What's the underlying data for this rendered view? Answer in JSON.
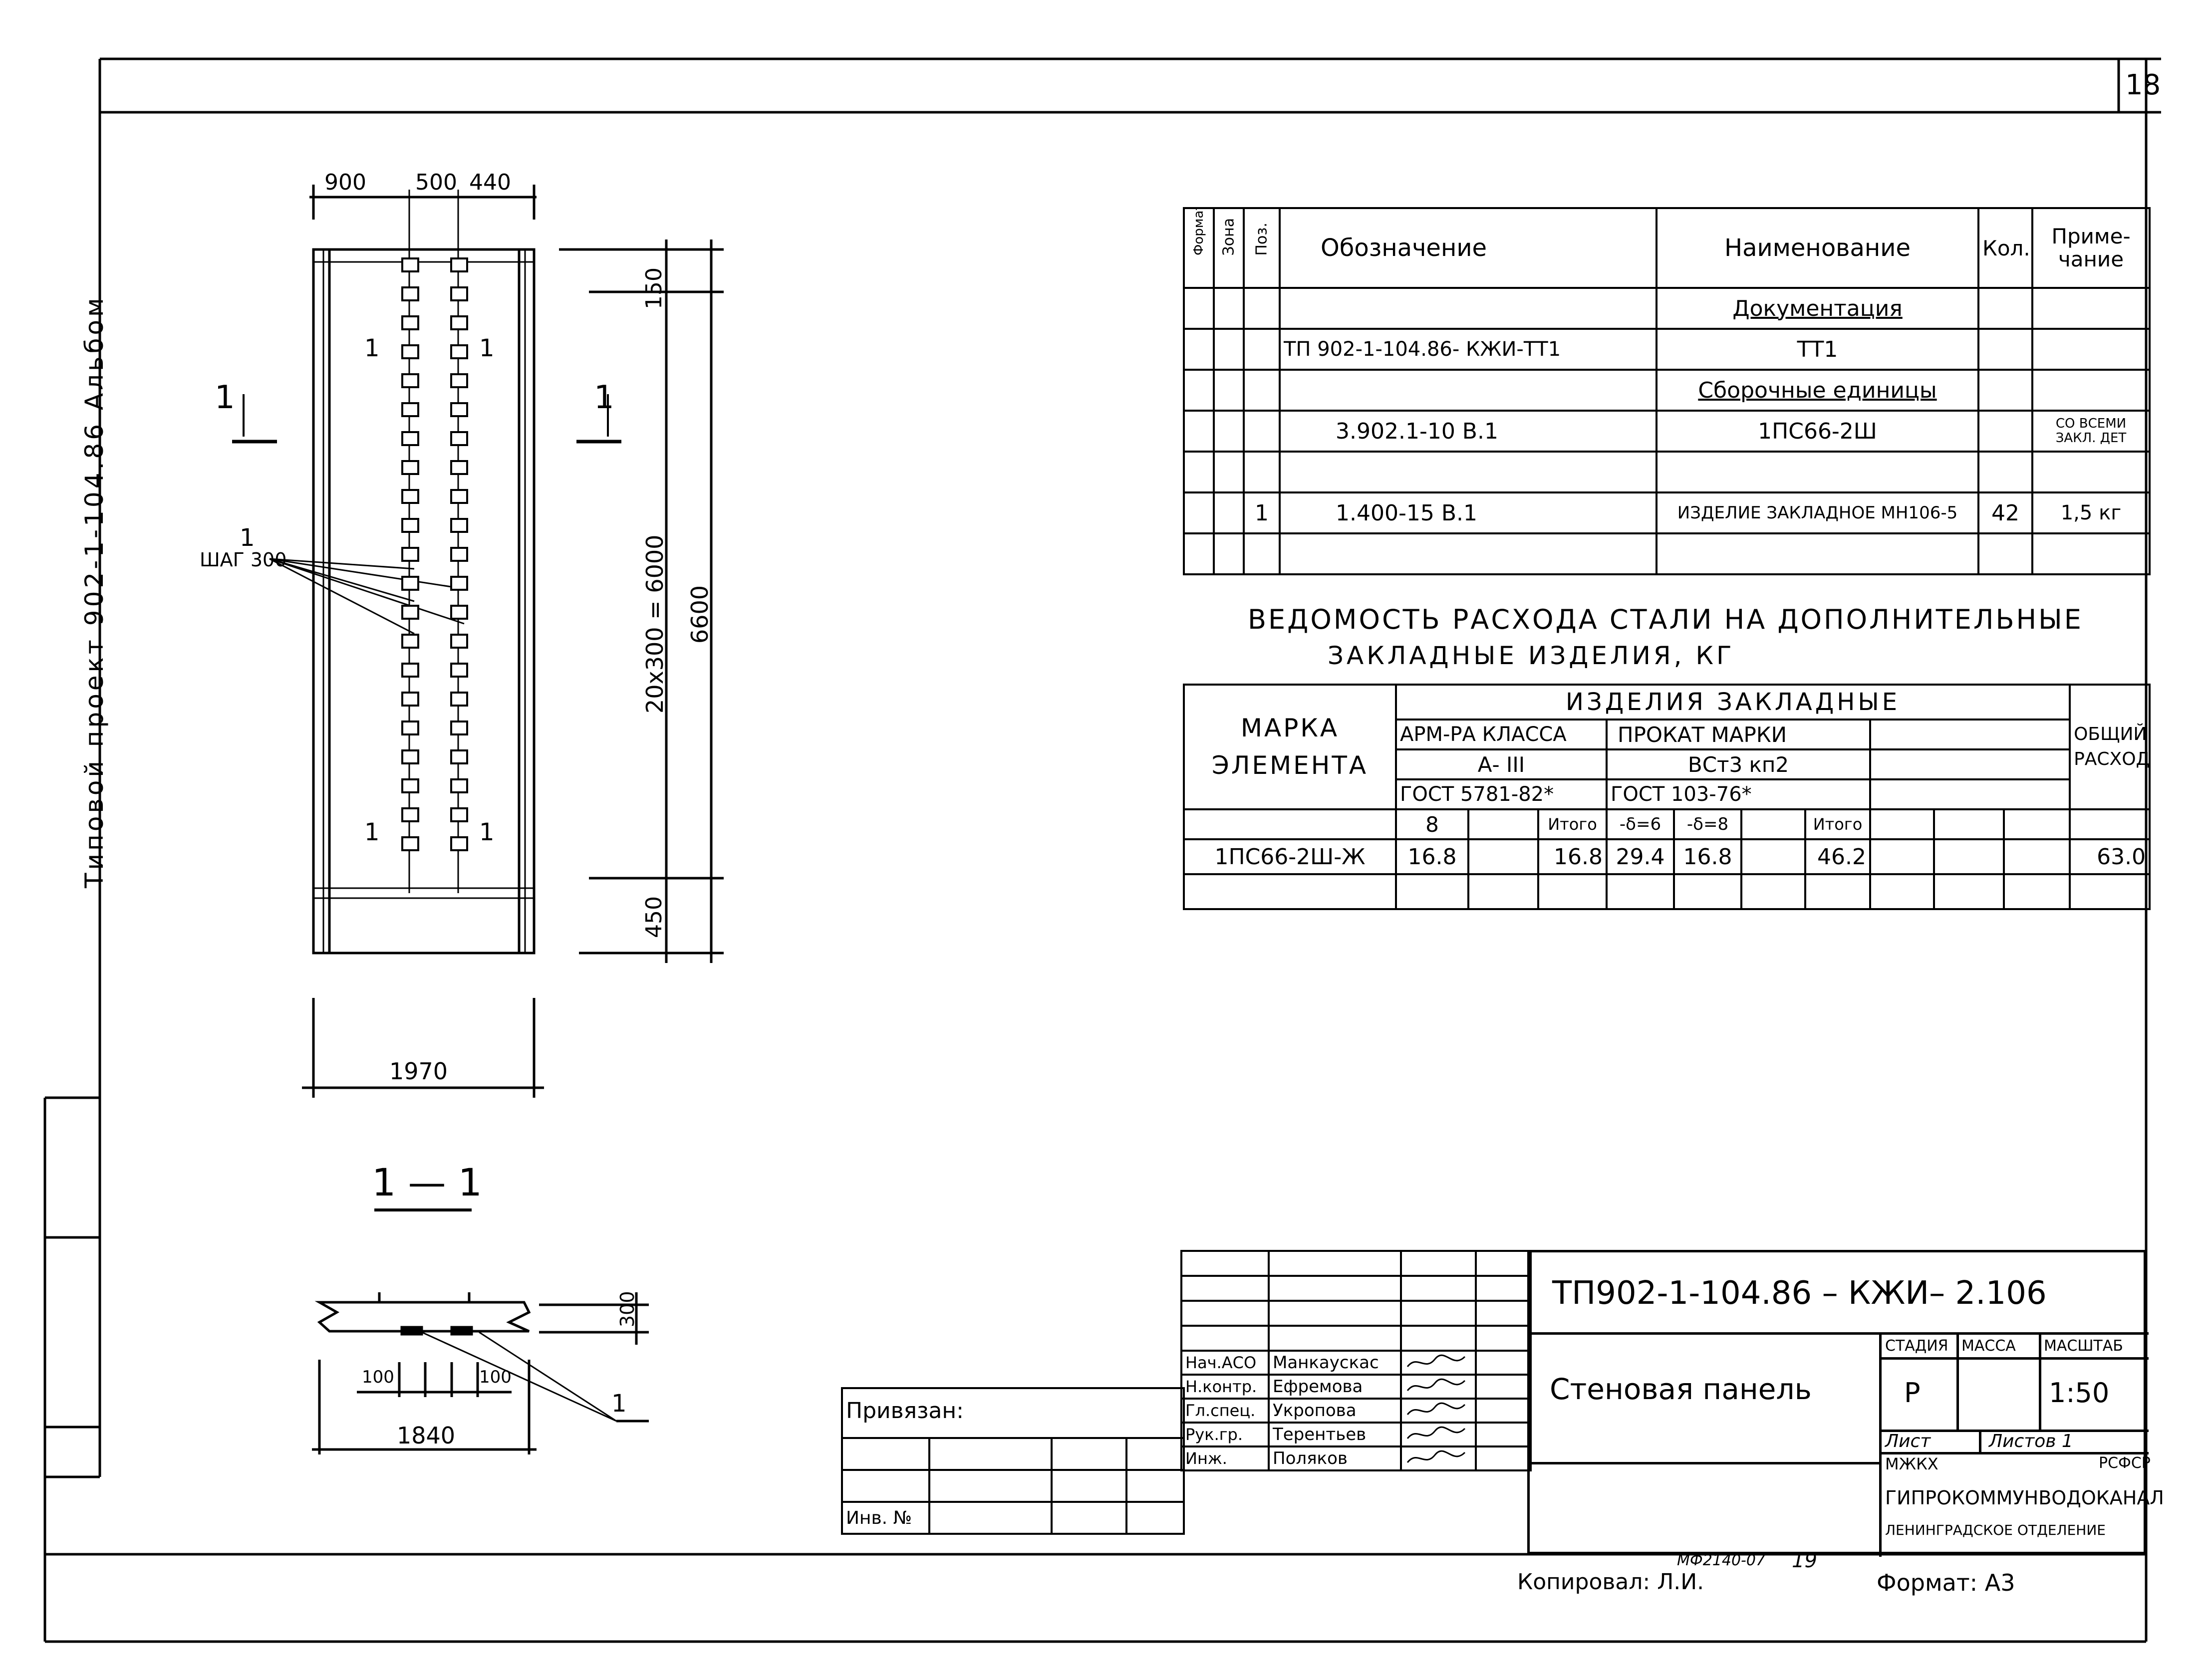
{
  "sheet_number": "18",
  "side_label": "Типовой проект 902-1-104.86 Альбом",
  "drawing": {
    "top_dims": [
      "900",
      "500",
      "440"
    ],
    "right_dims": [
      "150",
      "20х300 = 6000",
      "6600",
      "450"
    ],
    "bottom_dim": "1970",
    "cut_mark": "1",
    "cut_mark_small": "1",
    "callout_pos": "1",
    "callout_step": "ШАГ 300",
    "section_title": "1 — 1",
    "section_height": "300",
    "section_dims": [
      "100",
      "100"
    ],
    "section_width": "1840",
    "section_callout": "1"
  },
  "spec_table": {
    "headers": {
      "format": "Формат",
      "zone": "Зона",
      "pos": "Поз.",
      "designation": "Обозначение",
      "name": "Наименование",
      "qty": "Кол.",
      "note": "Приме-чание"
    },
    "rows": [
      {
        "pos": "",
        "designation": "",
        "name": "Документация",
        "qty": "",
        "note": ""
      },
      {
        "pos": "",
        "designation": "ТП 902-1-104.86- КЖИ-ТТ1",
        "name": "ТТ1",
        "qty": "",
        "note": ""
      },
      {
        "pos": "",
        "designation": "",
        "name": "Сборочные единицы",
        "qty": "",
        "note": ""
      },
      {
        "pos": "",
        "designation": "3.902.1-10 В.1",
        "name": "1ПС66-2Ш",
        "qty": "",
        "note": "СО ВСЕМИ ЗАКЛ. ДЕТ"
      },
      {
        "pos": "",
        "designation": "",
        "name": "",
        "qty": "",
        "note": ""
      },
      {
        "pos": "1",
        "designation": "1.400-15 В.1",
        "name": "ИЗДЕЛИЕ ЗАКЛАДНОЕ МН106-5",
        "qty": "42",
        "note": "1,5 кг"
      },
      {
        "pos": "",
        "designation": "",
        "name": "",
        "qty": "",
        "note": ""
      }
    ]
  },
  "steel": {
    "title_line1": "ВЕДОМОСТЬ РАСХОДА СТАЛИ НА ДОПОЛНИТЕЛЬНЫЕ",
    "title_line2": "ЗАКЛАДНЫЕ ИЗДЕЛИЯ, КГ",
    "mark_header": "МАРКА ЭЛЕМЕНТА",
    "group_header": "ИЗДЕЛИЯ ЗАКЛАДНЫЕ",
    "total_header": "ОБЩИЙ РАСХОД",
    "arm_class": "АРМ-РА КЛАССА",
    "arm_grade": "А- III",
    "arm_gost": "ГОСТ 5781-82*",
    "prokat": "ПРОКАТ МАРКИ",
    "prokat_grade": "ВСт3 кп2",
    "prokat_gost": "ГОСТ 103-76*",
    "sub": [
      "8",
      "",
      "Итого",
      "-δ=6",
      "-δ=8",
      "",
      "Итого"
    ],
    "row": {
      "mark": "1ПС66-2Ш-Ж",
      "v1": "16.8",
      "v2": "",
      "it1": "16.8",
      "d6": "29.4",
      "d8": "16.8",
      "v3": "",
      "it2": "46.2",
      "total": "63.0"
    }
  },
  "stamp": {
    "code": "ТП902-1-104.86 – КЖИ– 2.106",
    "title": "Стеновая панель",
    "stage_h": "СТАДИЯ",
    "mass_h": "МАССА",
    "scale_h": "МАСШТАБ",
    "stage": "Р",
    "mass": "",
    "scale": "1:50",
    "sheet": "Лист",
    "sheets": "Листов 1",
    "org1": "МЖКХ",
    "org1b": "РСФСР",
    "org2": "ГИПРОКОММУНВОДОКАНАЛ",
    "org3": "ЛЕНИНГРАДСКОЕ ОТДЕЛЕНИЕ",
    "privyazan": "Привязан:",
    "inv": "Инв. №",
    "signers": [
      {
        "role": "Нач.АСО",
        "name": "Манкаускас"
      },
      {
        "role": "Н.контр.",
        "name": "Ефремова"
      },
      {
        "role": "Гл.спец.",
        "name": "Укропова"
      },
      {
        "role": "Рук.гр.",
        "name": "Терентьев"
      },
      {
        "role": "Инж.",
        "name": "Поляков"
      }
    ]
  },
  "footer": {
    "copied": "Копировал: Л.И.",
    "stamp_no": "МФ2140-07",
    "num": "19",
    "format": "Формат: А3"
  }
}
